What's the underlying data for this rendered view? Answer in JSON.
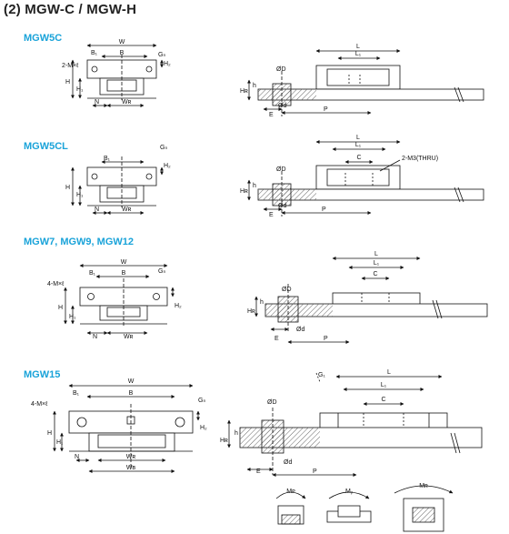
{
  "title": "(2) MGW-C / MGW-H",
  "sections": [
    {
      "label": "MGW5C",
      "end_view": {
        "W": "W",
        "B": "B",
        "B1": "B₁",
        "Gn": "Gₙ",
        "M": "2-M×ℓ",
        "H": "H",
        "H1": "H₁",
        "H2": "H₂",
        "N": "N",
        "WR": "Wʀ"
      },
      "side_view": {
        "L": "L",
        "L1": "L₁",
        "D": "ØD",
        "d": "Ød",
        "h": "h",
        "HR": "Hʀ",
        "E": "E",
        "P": "P"
      }
    },
    {
      "label": "MGW5CL",
      "end_view": {
        "B1": "B₁",
        "Gn": "Gₙ",
        "H": "H",
        "H1": "H₁",
        "H2": "H₂",
        "N": "N",
        "WR": "Wʀ"
      },
      "side_view": {
        "L": "L",
        "L1": "L₁",
        "C": "C",
        "M": "2-M3(THRU)",
        "D": "ØD",
        "d": "Ød",
        "h": "h",
        "HR": "Hʀ",
        "E": "E",
        "P": "P"
      }
    },
    {
      "label": "MGW7, MGW9, MGW12",
      "end_view": {
        "W": "W",
        "B": "B",
        "B1": "B₁",
        "Gn": "Gₙ",
        "M": "4-M×ℓ",
        "H": "H",
        "H1": "H₁",
        "H2": "H₂",
        "N": "N",
        "WR": "Wʀ"
      },
      "side_view": {
        "L": "L",
        "L1": "L₁",
        "C": "C",
        "D": "ØD",
        "d": "Ød",
        "h": "h",
        "HR": "Hʀ",
        "E": "E",
        "P": "P"
      }
    },
    {
      "label": "MGW15",
      "end_view": {
        "W": "W",
        "B": "B",
        "B1": "B₁",
        "Gn": "Gₙ",
        "M": "4-M×ℓ",
        "H": "H",
        "H1": "H₁",
        "H2": "H₂",
        "N": "N",
        "WR": "Wʀ",
        "WB": "Wʙ"
      },
      "side_view": {
        "L": "L",
        "L1": "L₁",
        "C": "C",
        "G1": "G₁",
        "D": "ØD",
        "d": "Ød",
        "h": "h",
        "HR": "Hʀ",
        "E": "E",
        "P": "P"
      }
    }
  ],
  "moments": [
    "Mᴘ",
    "Mᵧ",
    "Mʀ"
  ],
  "colors": {
    "accent": "#1aa3d9",
    "line": "#111111",
    "hatch": "#555555"
  }
}
